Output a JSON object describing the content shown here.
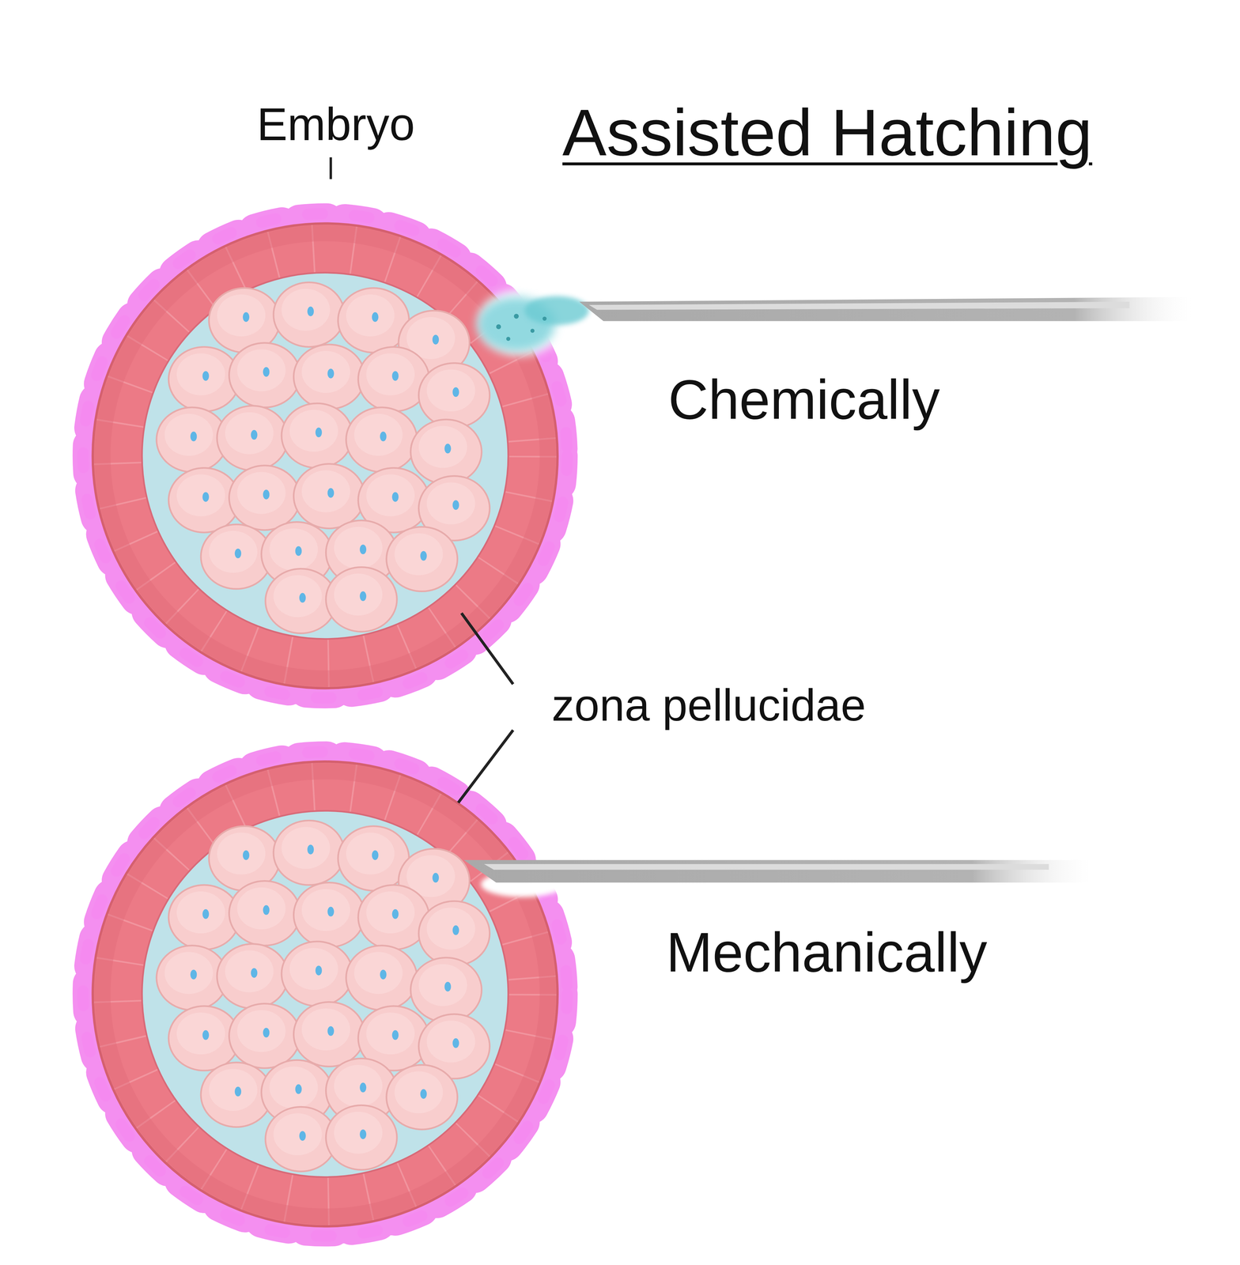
{
  "diagram": {
    "title": "Assisted Hatching",
    "labels": [
      "Embryo",
      "Chemically",
      "zona pellucidae",
      "Mechanically"
    ]
  }
}
